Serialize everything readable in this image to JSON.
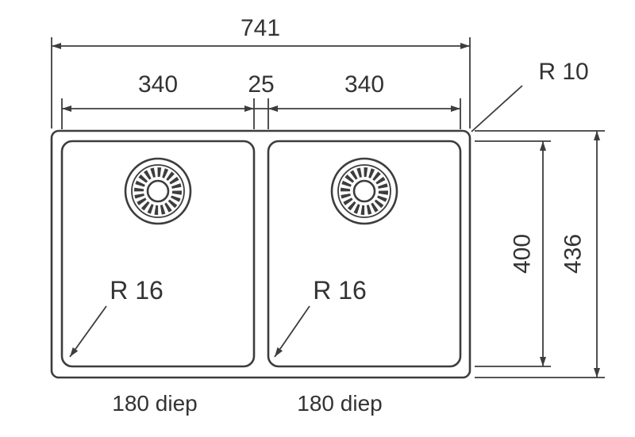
{
  "drawing": {
    "name": "double-bowl-sink-dimension-drawing",
    "dims": {
      "overall_width": "741",
      "left_bowl_width": "340",
      "center_gap": "25",
      "right_bowl_width": "340",
      "outer_corner_radius": "R 10",
      "left_bowl_corner_radius": "R 16",
      "right_bowl_corner_radius": "R 16",
      "inner_height": "400",
      "overall_height": "436",
      "left_bowl_depth": "180 diep",
      "right_bowl_depth": "180 diep"
    },
    "colors": {
      "line": "#3d3d3d",
      "text": "#333333",
      "background": "#ffffff"
    }
  }
}
